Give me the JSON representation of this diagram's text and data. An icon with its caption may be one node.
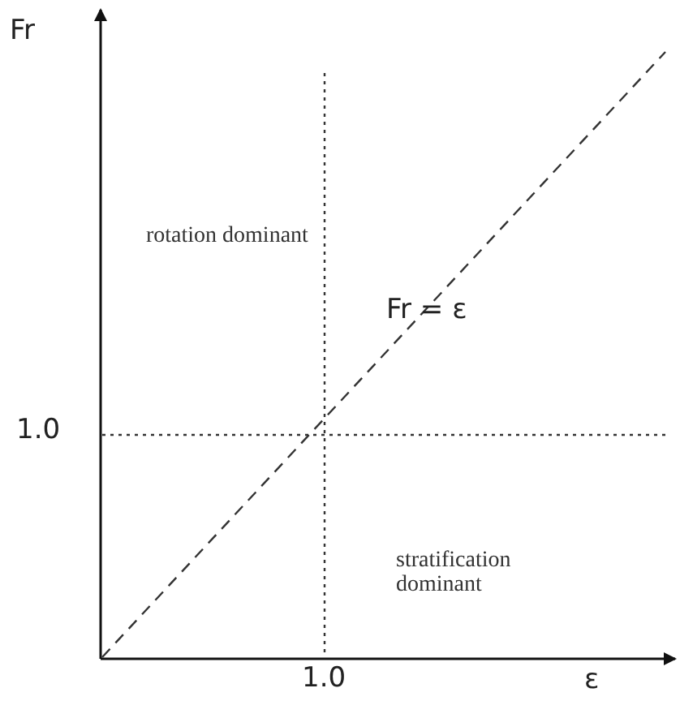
{
  "diagram": {
    "labels": [
      "Fr",
      "rotation dominant",
      "Fr = ε",
      "1.0",
      "stratification dominant",
      "1.0",
      "ε"
    ]
  }
}
